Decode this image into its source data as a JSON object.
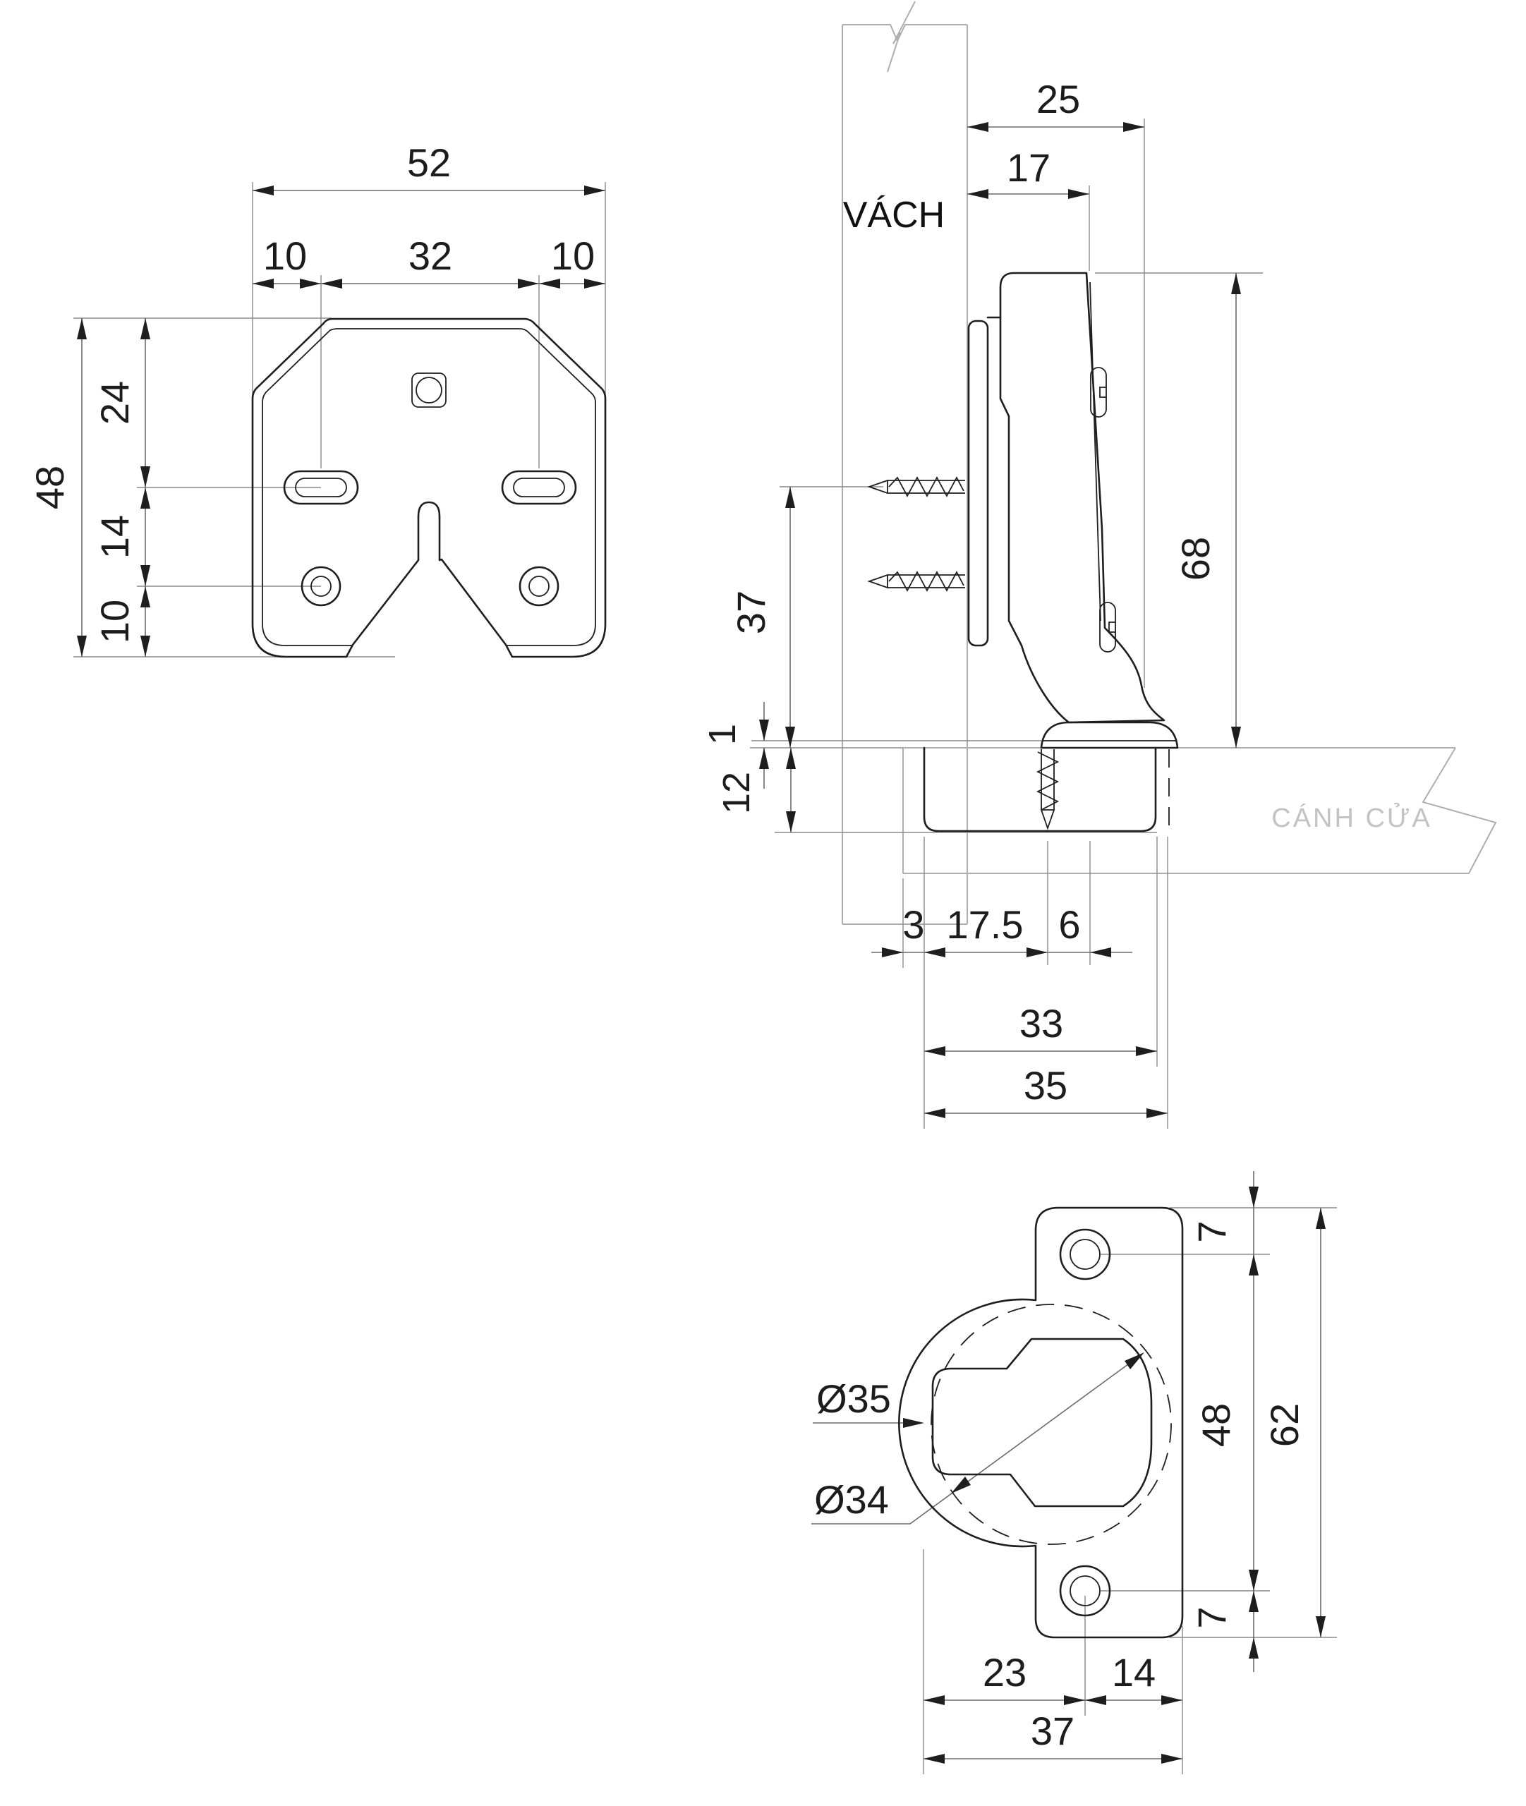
{
  "drawing": {
    "title_semantic": "cabinet-hinge-technical-drawing",
    "colors": {
      "part_line": "#1e1e1e",
      "dimension_line": "#6b6b6b",
      "extension_line": "#8a8a8a",
      "panel_line": "#aeaeae",
      "ghost_text": "#c3c3c3"
    },
    "front_view": {
      "dim_total_width": "52",
      "dim_left_offset": "10",
      "dim_center_spacing": "32",
      "dim_right_offset": "10",
      "dim_total_height": "48",
      "dim_top_section": "24",
      "dim_mid_section": "14",
      "dim_bottom_section": "10"
    },
    "side_view": {
      "wall_label": "VÁCH",
      "door_label": "CÁNH CỬA",
      "dim_overlay_25": "25",
      "dim_depth_17": "17",
      "dim_height_68": "68",
      "dim_screw_height_37": "37",
      "dim_gap_1": "1",
      "dim_cup_depth_12": "12",
      "dim_edge_3": "3",
      "dim_cup_center_17_5": "17.5",
      "dim_screw_edge_6": "6",
      "dim_cup_body_33": "33",
      "dim_cup_hole_35": "35"
    },
    "bottom_view": {
      "dim_top_hole_7": "7",
      "dim_bottom_hole_7": "7",
      "dim_hole_spacing_48": "48",
      "dim_total_height_62": "62",
      "dia_cup_hole": "Ø35",
      "dia_cup_body": "Ø34",
      "dim_left_23": "23",
      "dim_right_14": "14",
      "dim_total_width_37": "37"
    }
  }
}
